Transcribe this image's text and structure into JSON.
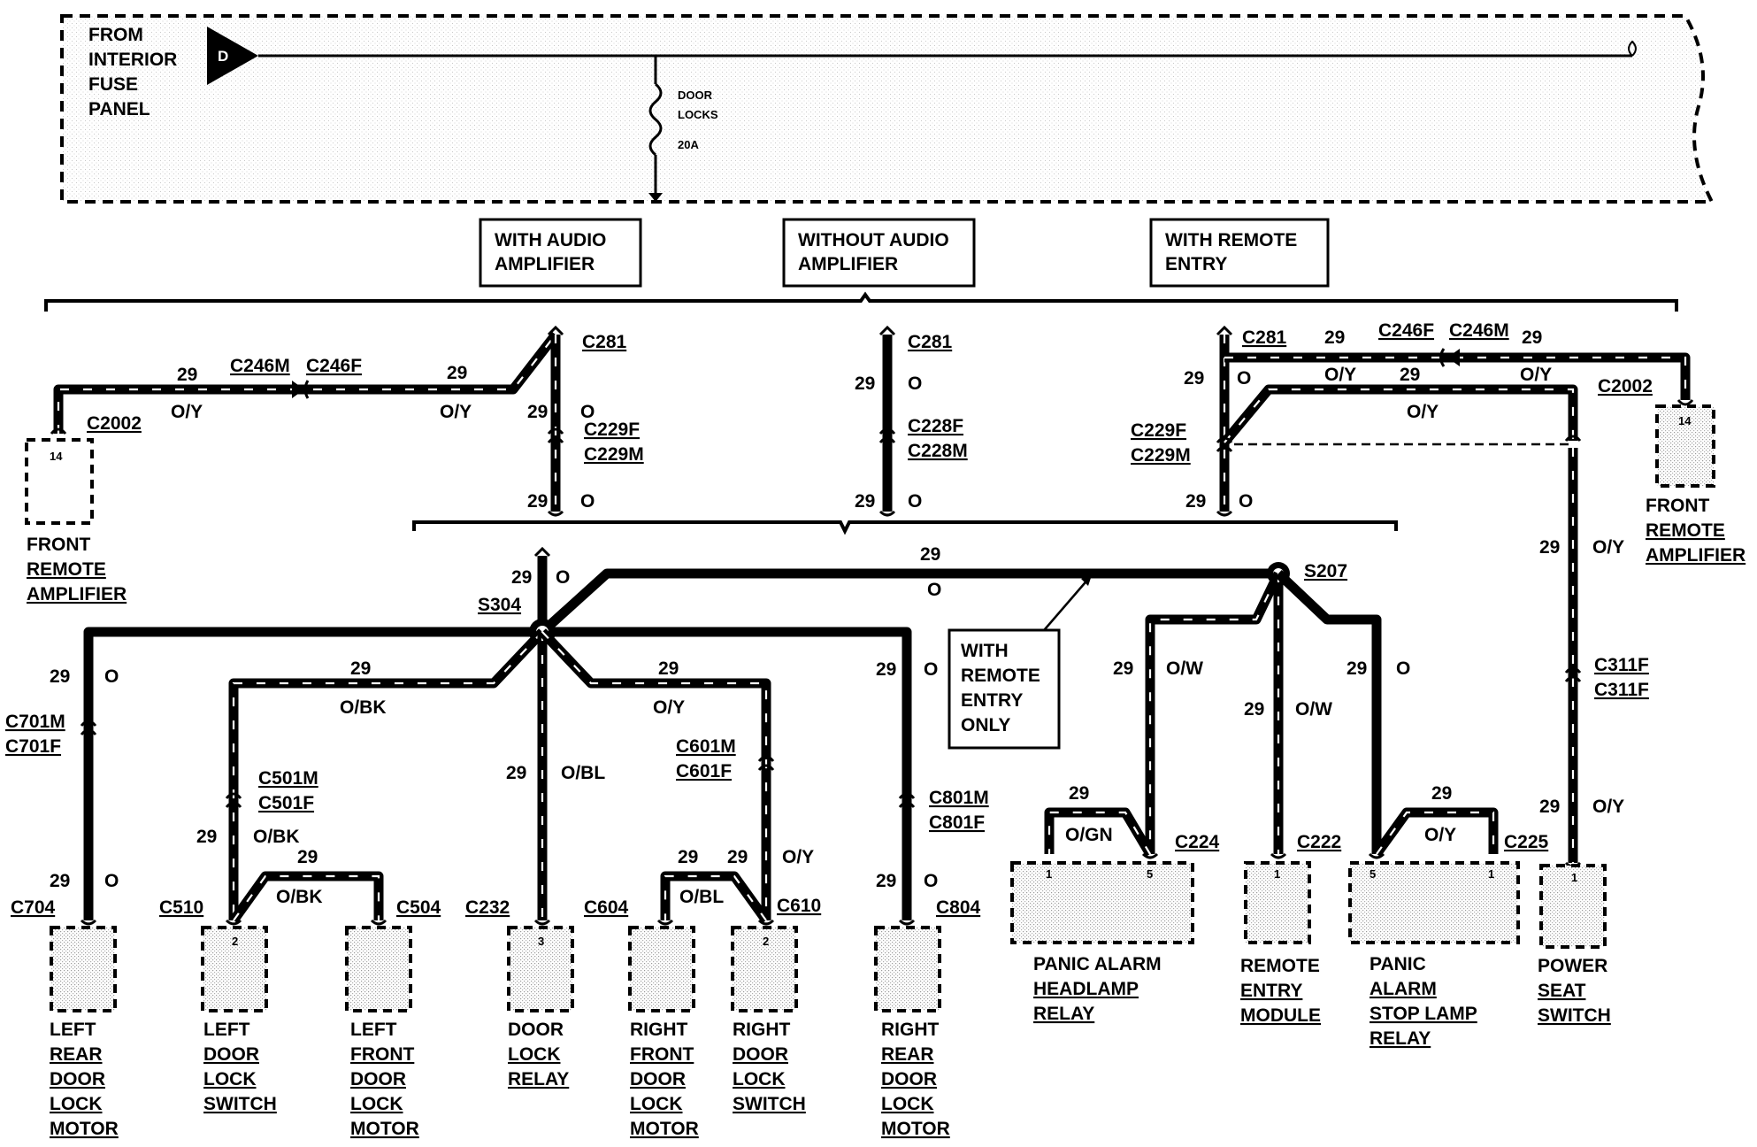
{
  "fuse_panel": {
    "label": [
      "FROM",
      "INTERIOR",
      "FUSE",
      "PANEL"
    ],
    "bus_letter": "D",
    "fuse_label": [
      "DOOR",
      "LOCKS",
      "20A"
    ]
  },
  "options": {
    "with_audio_amplifier": [
      "WITH AUDIO",
      "AMPLIFIER"
    ],
    "without_audio_amplifier": [
      "WITHOUT AUDIO",
      "AMPLIFIER"
    ],
    "with_remote_entry": [
      "WITH REMOTE",
      "ENTRY"
    ],
    "with_remote_entry_only": [
      "WITH",
      "REMOTE",
      "ENTRY",
      "ONLY"
    ]
  },
  "connectors": {
    "c281": "C281",
    "c246m": "C246M",
    "c246f": "C246F",
    "c2002": "C2002",
    "c229f": "C229F",
    "c229m": "C229M",
    "c228f": "C228F",
    "c228m": "C228M",
    "c311f": "C311F",
    "c701m": "C701M",
    "c701f": "C701F",
    "c501m": "C501M",
    "c501f": "C501F",
    "c601m": "C601M",
    "c601f": "C601F",
    "c801m": "C801M",
    "c801f": "C801F",
    "c704": "C704",
    "c510": "C510",
    "c504": "C504",
    "c232": "C232",
    "c604": "C604",
    "c610": "C610",
    "c804": "C804",
    "c224": "C224",
    "c222": "C222",
    "c225": "C225"
  },
  "splices": {
    "s304": "S304",
    "s207": "S207"
  },
  "circuit": "29",
  "colors": {
    "o": "O",
    "o_y": "O/Y",
    "o_bk": "O/BK",
    "o_bl": "O/BL",
    "o_w": "O/W",
    "o_gn": "O/GN"
  },
  "pins": {
    "p14": "14",
    "p1": "1",
    "p2": "2",
    "p3": "3",
    "p5": "5"
  },
  "components": {
    "front_remote_amplifier": [
      "FRONT",
      "REMOTE",
      "AMPLIFIER"
    ],
    "left_rear_door_lock_motor": [
      "LEFT",
      "REAR",
      "DOOR",
      "LOCK",
      "MOTOR"
    ],
    "left_door_lock_switch": [
      "LEFT",
      "DOOR",
      "LOCK",
      "SWITCH"
    ],
    "left_front_door_lock_motor": [
      "LEFT",
      "FRONT",
      "DOOR",
      "LOCK",
      "MOTOR"
    ],
    "door_lock_relay": [
      "DOOR",
      "LOCK",
      "RELAY"
    ],
    "right_front_door_lock_motor": [
      "RIGHT",
      "FRONT",
      "DOOR",
      "LOCK",
      "MOTOR"
    ],
    "right_door_lock_switch": [
      "RIGHT",
      "DOOR",
      "LOCK",
      "SWITCH"
    ],
    "right_rear_door_lock_motor": [
      "RIGHT",
      "REAR",
      "DOOR",
      "LOCK",
      "MOTOR"
    ],
    "panic_alarm_headlamp_relay": [
      "PANIC ALARM",
      "HEADLAMP",
      "RELAY"
    ],
    "remote_entry_module": [
      "REMOTE",
      "ENTRY",
      "MODULE"
    ],
    "panic_alarm_stop_lamp_relay": [
      "PANIC",
      "ALARM",
      "STOP LAMP",
      "RELAY"
    ],
    "power_seat_switch": [
      "POWER",
      "SEAT",
      "SWITCH"
    ]
  }
}
